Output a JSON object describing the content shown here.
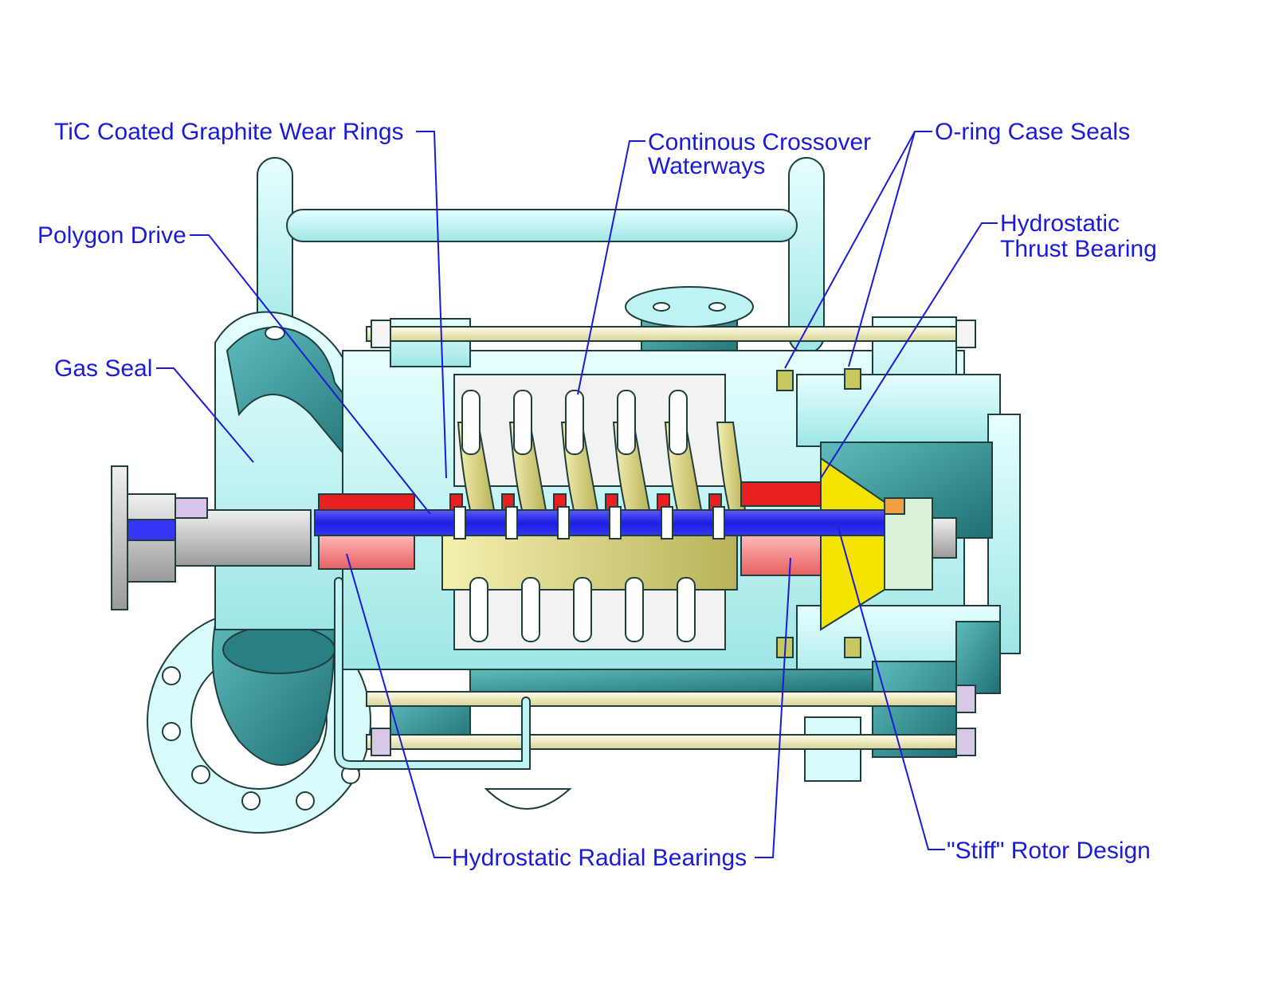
{
  "colors": {
    "label": "#1a1adb",
    "casing": "#bff3f3",
    "casing_dark": "#2f8a8a",
    "shaft": "#2b2bf0",
    "bearing": "#f07a7a",
    "red_part": "#e82020",
    "impeller": "#e2dc8e",
    "thrust": "#f4e400",
    "tie_rod": "#f3f0c8"
  },
  "labels": {
    "wear_rings": "TiC Coated Graphite Wear Rings",
    "crossover_1": "Continous Crossover",
    "crossover_2": "Waterways",
    "case_seals": "O-ring Case Seals",
    "polygon_drive": "Polygon Drive",
    "thrust_1": "Hydrostatic",
    "thrust_2": "Thrust Bearing",
    "gas_seal": "Gas Seal",
    "radial_bearings": "Hydrostatic Radial Bearings",
    "stiff_rotor": "\"Stiff\" Rotor Design"
  }
}
